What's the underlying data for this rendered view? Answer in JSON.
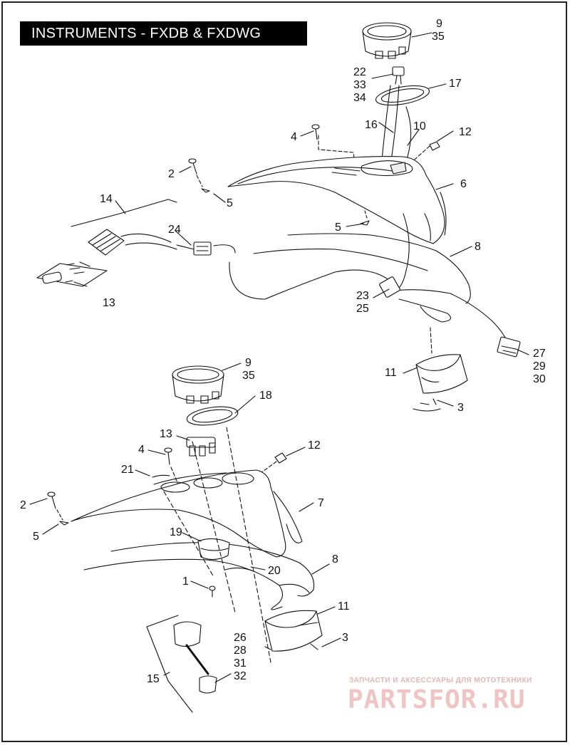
{
  "title": "INSTRUMENTS - FXDB & FXDWG",
  "watermark": {
    "line1": "ЗАПЧАСТИ И АКСЕССУАРЫ ДЛЯ МОТОТЕХНИКИ",
    "line2": "PARTSFOR.RU",
    "color": "#f1c4c4"
  },
  "callouts": {
    "c9a": "9",
    "c35a": "35",
    "c22": "22",
    "c33": "33",
    "c34": "34",
    "c17": "17",
    "c16": "16",
    "c10": "10",
    "c12a": "12",
    "c4a": "4",
    "c2a": "2",
    "c5a": "5",
    "c5b": "5",
    "c6": "6",
    "c14": "14",
    "c24": "24",
    "c13a": "13",
    "c8a": "8",
    "c23": "23",
    "c25": "25",
    "c27": "27",
    "c29": "29",
    "c30": "30",
    "c11a": "11",
    "c3a": "3",
    "c9b": "9",
    "c35b": "35",
    "c18": "18",
    "c13b": "13",
    "c4b": "4",
    "c12b": "12",
    "c21": "21",
    "c2b": "2",
    "c5c": "5",
    "c7": "7",
    "c19": "19",
    "c20": "20",
    "c8b": "8",
    "c1": "1",
    "c11b": "11",
    "c26": "26",
    "c28": "28",
    "c31": "31",
    "c32": "32",
    "c3b": "3",
    "c15": "15"
  }
}
